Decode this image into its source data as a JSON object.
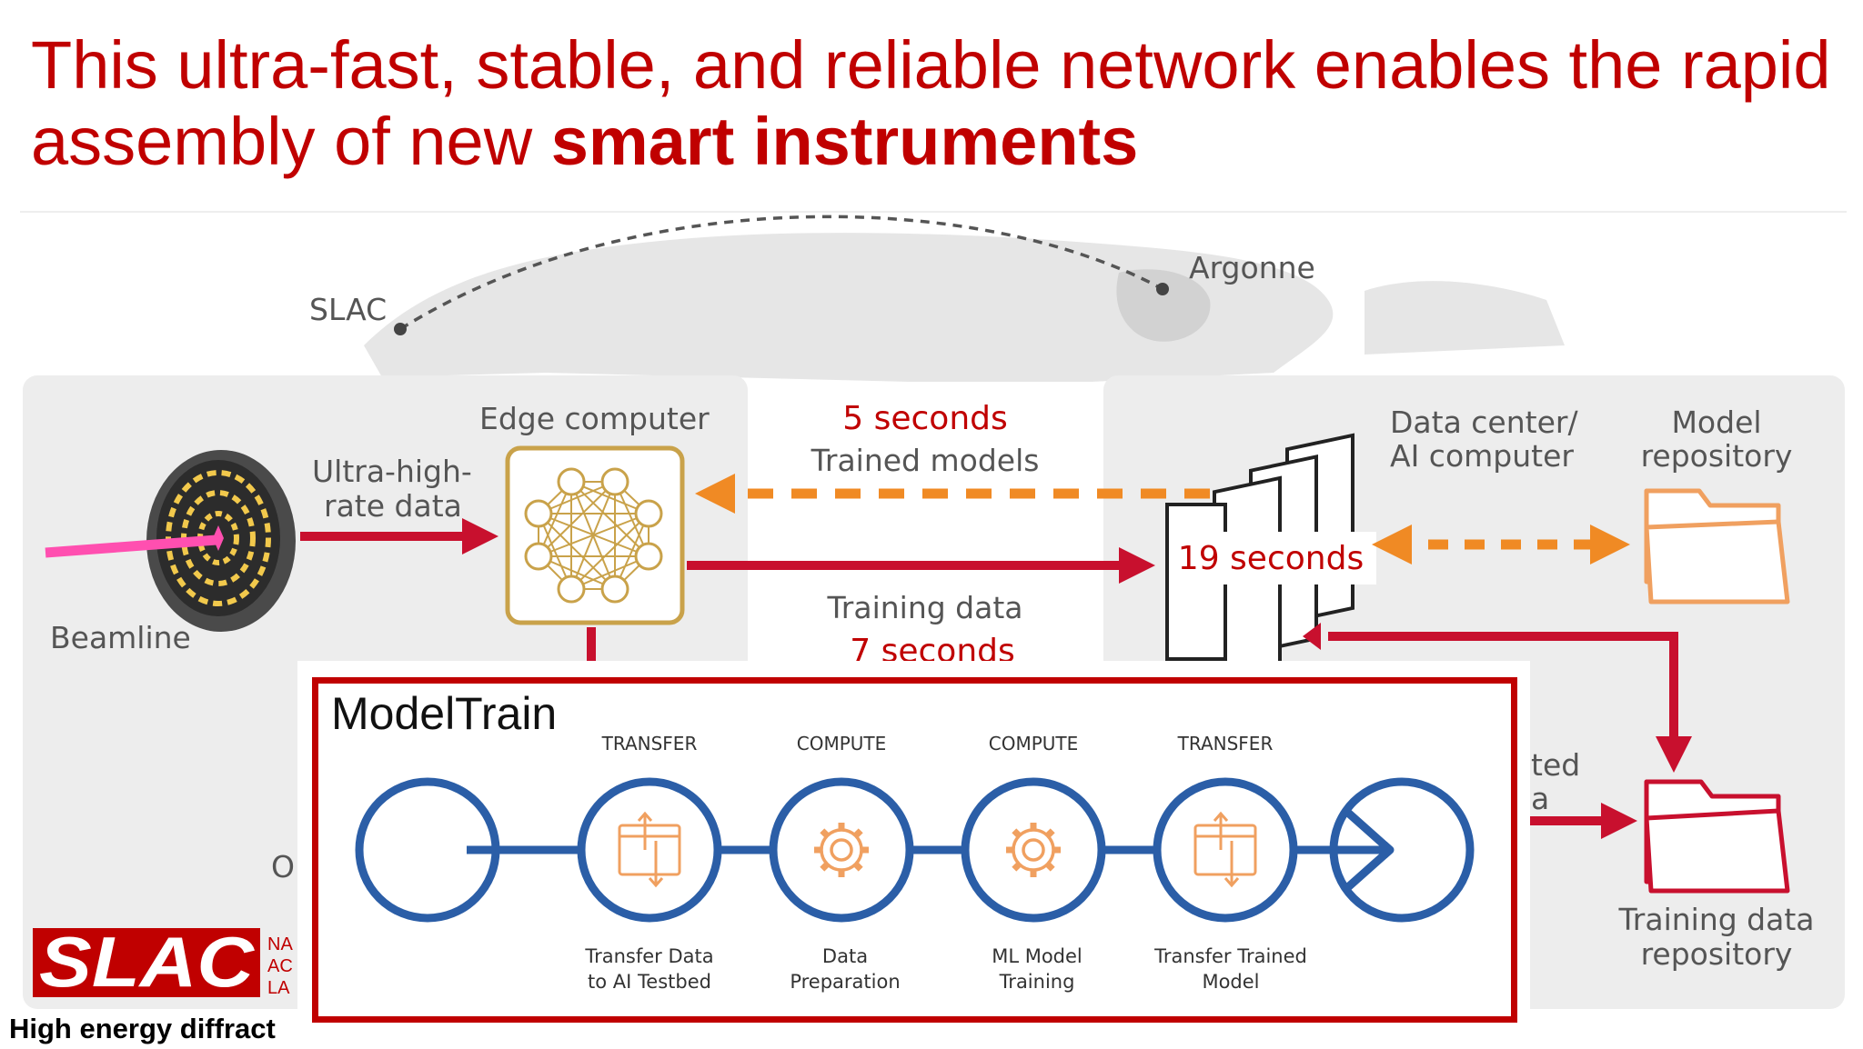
{
  "slide": {
    "title_regular": "This ultra-fast, stable, and reliable network enables the rapid assembly of new ",
    "title_bold": "smart instruments",
    "footer_caption": "High energy diffract"
  },
  "map_labels": {
    "slac": "SLAC",
    "argonne": "Argonne"
  },
  "diagram": {
    "beamline": "Beamline",
    "ultra_high_line1": "Ultra-high-",
    "ultra_high_line2": "rate data",
    "edge_computer": "Edge computer",
    "time_trained": "5 seconds",
    "trained_models": "Trained models",
    "training_data": "Training data",
    "time_training": "7 seconds",
    "time_datacenter": "19 seconds",
    "datacenter_line1": "Data center/",
    "datacenter_line2": "AI computer",
    "model_repo_line1": "Model",
    "model_repo_line2": "repository",
    "training_repo_line1": "Training data",
    "training_repo_line2": "repository",
    "partial_ted": "ted",
    "partial_a": "a",
    "partial_o": "O"
  },
  "logo": {
    "text": "SLAC",
    "side_lines": [
      "NA",
      "AC",
      "LA"
    ]
  },
  "model_train": {
    "title": "ModelTrain",
    "steps": [
      {
        "type": "TRANSFER",
        "label1": "Transfer Data",
        "label2": "to AI Testbed",
        "icon": "transfer-icon"
      },
      {
        "type": "COMPUTE",
        "label1": "Data",
        "label2": "Preparation",
        "icon": "gear-icon"
      },
      {
        "type": "COMPUTE",
        "label1": "ML Model",
        "label2": "Training",
        "icon": "gear-icon"
      },
      {
        "type": "TRANSFER",
        "label1": "Transfer Trained",
        "label2": "Model",
        "icon": "transfer-icon"
      }
    ]
  },
  "colors": {
    "title_red": "#c00000",
    "arrow_red": "#c8102e",
    "arrow_orange": "#f08a24",
    "pipeline_blue": "#2b5ea7",
    "icon_orange": "#f0a060"
  }
}
